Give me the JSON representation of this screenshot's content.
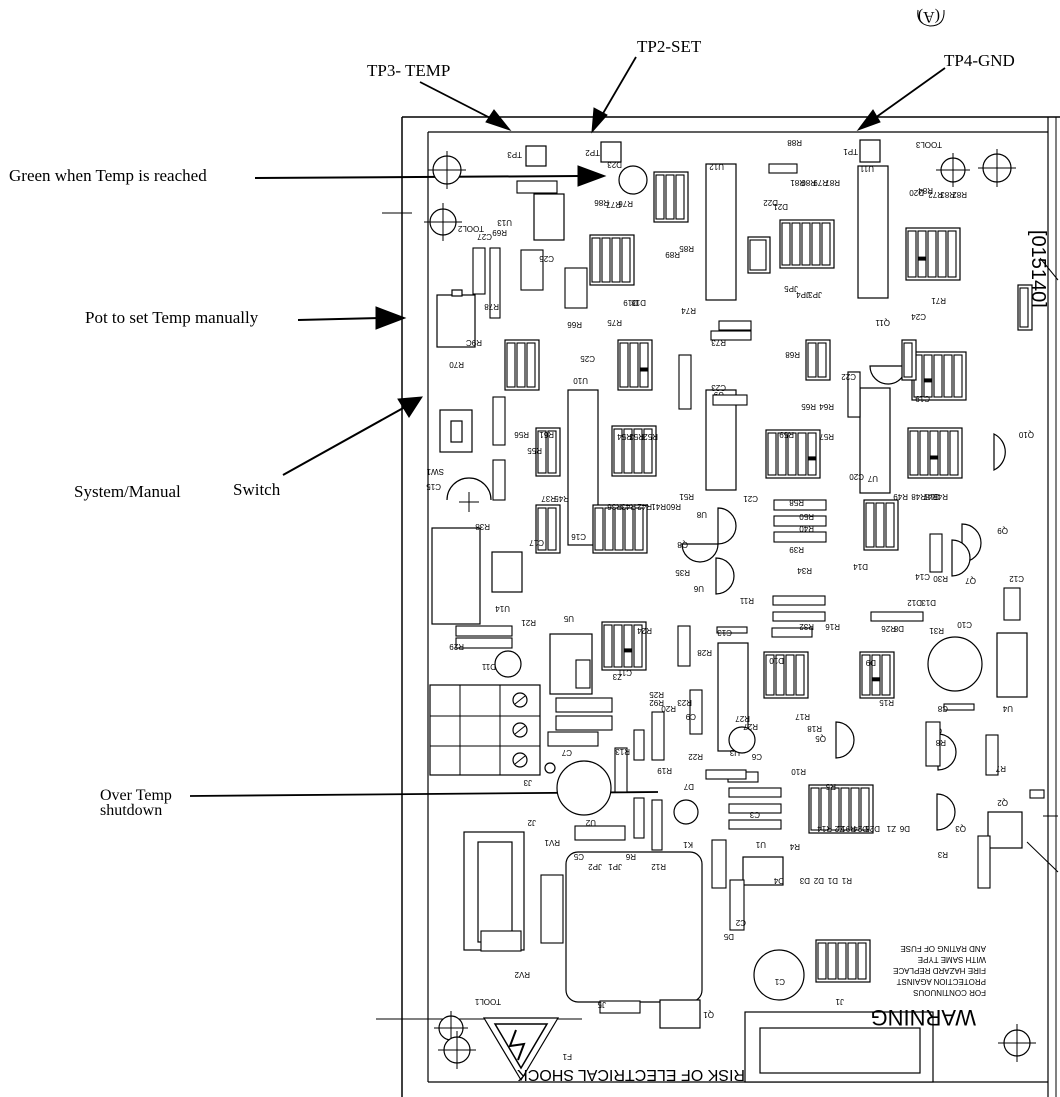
{
  "page_marker": "(A)",
  "callouts": {
    "tp3": "TP3- TEMP",
    "tp2": "TP2-SET",
    "tp4": "TP4-GND",
    "green_led": "Green when Temp is reached",
    "pot": "Pot to set Temp manually",
    "system_manual": "System/Manual",
    "switch": "Switch",
    "over_temp_line1": "Over Temp",
    "over_temp_line2": "shutdown"
  },
  "board": {
    "part_number": "[015140]",
    "warning_title": "WARNING",
    "warning_lines": [
      "FOR CONTINUOUS",
      "PROTECTION AGAINST",
      "FIRE HAZARD REPLACE",
      "WITH SAME TYPE",
      "AND RATING OF FUSE"
    ],
    "shock_text": "RISK OF ELECTRICAL SHOCK",
    "labels": {
      "tp1": "TP1",
      "tp2": "TP2",
      "tp3": "TP3",
      "tool1": "TOOL1",
      "tool2": "TOOL2",
      "tool3": "TOOL3",
      "u1": "U1",
      "u2": "U2",
      "u3": "U3",
      "u4": "U4",
      "u5": "U5",
      "u6": "U6",
      "u7": "U7",
      "u8": "U8",
      "u9": "U9",
      "u10": "U10",
      "u11": "U11",
      "u12": "U12",
      "u13": "U13",
      "u14": "U14",
      "r70": "R70",
      "sw1": "SW1",
      "c15": "C15",
      "c1": "C1",
      "c10": "C10",
      "c7": "C7",
      "k1": "K1",
      "j1": "J1",
      "j2": "J2",
      "j3": "J3",
      "j5": "J5",
      "f1": "F1",
      "q1": "Q1",
      "q2": "Q2",
      "q3": "Q3",
      "q4": "Q4",
      "q5": "Q5",
      "q6": "Q6",
      "q7": "Q7",
      "q8": "Q8",
      "q9": "Q9",
      "q10": "Q10",
      "q11": "Q11",
      "d7": "D7",
      "d11": "D11",
      "d23": "D23",
      "rv1": "RV1",
      "rv2": "RV2",
      "jp1": "JP1",
      "jp2": "JP2",
      "jp3": "JP3",
      "jp4": "JP4",
      "jp5": "JP5",
      "c2": "C2",
      "c3": "C3",
      "c5": "C5",
      "c12": "C12",
      "c13": "C13",
      "c17": "C17",
      "c21": "C21",
      "c22": "C22",
      "c23": "C23",
      "c24": "C24",
      "c26": "C26",
      "c27": "C27",
      "r21": "R21",
      "r29": "R29",
      "r38": "R38",
      "r58": "R58",
      "r39": "R39",
      "r88": "R88",
      "r69": "R69",
      "r78": "R78",
      "r66": "R66",
      "r75": "R75",
      "r74": "R74",
      "r73": "R73",
      "r68": "R68",
      "r65": "R65",
      "r64": "R64",
      "r59": "R59",
      "r85": "R85",
      "r89": "R89",
      "r86": "R86",
      "r77": "R77",
      "r76": "R76",
      "r81": "R81",
      "r80": "R80",
      "r79": "R79",
      "r87": "R87",
      "r84": "R84",
      "r72": "R72",
      "r83": "R83",
      "r82": "R82",
      "r71": "R71",
      "r13": "R13",
      "r10": "R10",
      "r19": "R19",
      "r22": "R22",
      "r20": "R20",
      "r28": "R28",
      "r24": "R24",
      "r35": "R35",
      "r30": "R30",
      "r31": "R31",
      "r7": "R7",
      "r8": "R8",
      "r3": "R3",
      "r6": "R6",
      "r12": "R12",
      "r32": "R32",
      "r26": "R26",
      "r16": "R16",
      "r34": "R34",
      "r15": "R15",
      "r40": "R40",
      "r50": "R50",
      "d5": "D5",
      "d8": "D8",
      "d9": "D9",
      "d10": "D10",
      "d14": "D14",
      "d19": "D19",
      "d18": "D18",
      "d22": "D22",
      "d21": "D21",
      "d20": "D20",
      "z3": "Z3",
      "z4": "Z4",
      "r9c": "R9C",
      "r56": "R56",
      "r55": "R55",
      "r61": "R61",
      "r54": "R54",
      "r53": "R53",
      "r52": "R52",
      "r37": "R37",
      "r45": "R45",
      "r36": "R36",
      "r43": "R43",
      "r42": "R42",
      "r41": "R41",
      "r60": "R60",
      "r51": "R51",
      "r49": "R49",
      "r48": "R48",
      "r47": "R47",
      "r46": "R46",
      "r14": "R14",
      "r25": "R25",
      "r92": "R92",
      "r23": "R23",
      "r17": "R17",
      "r18": "R18",
      "r4": "R4",
      "r5": "R5",
      "r1": "R1",
      "r2": "R2",
      "r91": "R91",
      "d1": "D1",
      "d2": "D2",
      "d3": "D3",
      "d4": "D4",
      "d24": "D24",
      "d25": "D25",
      "d6": "D6",
      "z1": "Z1",
      "z2": "Z2",
      "d12": "D12",
      "d13": "D13",
      "c6": "C6",
      "c8": "C8",
      "c9": "C9",
      "c11": "C11",
      "c14": "C14",
      "c16": "C16",
      "c18": "C18",
      "c19": "C19",
      "c20": "C20",
      "c25": "C25",
      "r27": "R27",
      "r11": "R11",
      "r33": "R33",
      "r57": "R57",
      "r62": "R62",
      "r63": "R63",
      "r67": "R67"
    }
  }
}
